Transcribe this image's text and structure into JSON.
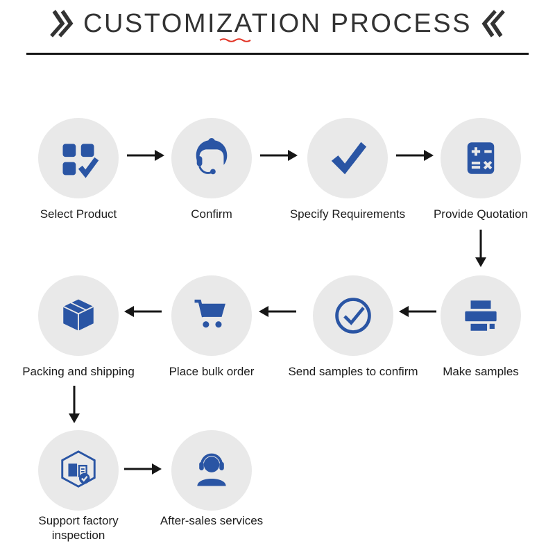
{
  "title": {
    "text": "CUSTOMIZATION PROCESS"
  },
  "colors": {
    "icon_blue": "#2a55a4",
    "circle_bg": "#e9e9e9",
    "arrow_black": "#161616",
    "underline_red": "#e23325",
    "title_color": "#333333",
    "label_color": "#1c1c1c"
  },
  "steps": [
    {
      "label": "Select Product",
      "icon": "product-grid-check-icon"
    },
    {
      "label": "Confirm",
      "icon": "customer-service-agent-icon"
    },
    {
      "label": "Specify Requirements",
      "icon": "bold-checkmark-icon"
    },
    {
      "label": "Provide Quotation",
      "icon": "calculator-icon"
    },
    {
      "label": "Make samples",
      "icon": "printer-icon"
    },
    {
      "label": "Send samples to confirm",
      "icon": "circle-check-icon"
    },
    {
      "label": "Place bulk order",
      "icon": "shopping-cart-icon"
    },
    {
      "label": "Packing and shipping",
      "icon": "package-box-icon"
    },
    {
      "label": "Support factory inspection",
      "icon": "factory-inspection-icon"
    },
    {
      "label": "After-sales services",
      "icon": "headset-support-icon"
    }
  ]
}
